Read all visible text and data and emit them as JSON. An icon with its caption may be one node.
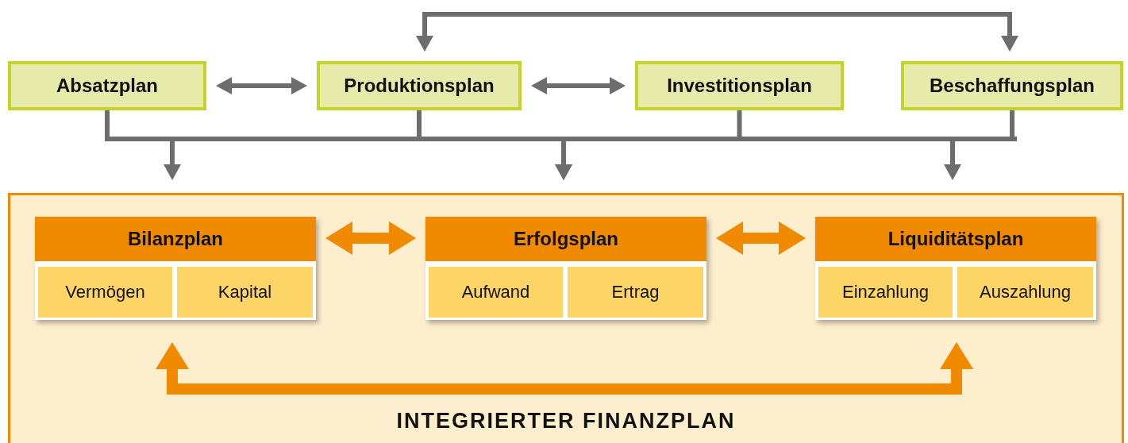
{
  "diagram": {
    "nodes": [
      {
        "text": [
          "Absatzplan"
        ]
      },
      {
        "text": [
          "Produktionsplan"
        ]
      },
      {
        "text": [
          "Investitionsplan"
        ]
      },
      {
        "text": [
          "Beschaffungsplan"
        ]
      },
      {
        "text": [
          "INTEGRIERTER FINANZPLAN"
        ]
      },
      {
        "text": [
          "Bilanzplan"
        ],
        "in": 4
      },
      {
        "text": [
          "Vermögen"
        ],
        "in": 5
      },
      {
        "text": [
          "Kapital"
        ],
        "in": 5
      },
      {
        "text": [
          "Erfolgsplan"
        ],
        "in": 4
      },
      {
        "text": [
          "Aufwand"
        ],
        "in": 8
      },
      {
        "text": [
          "Ertrag"
        ],
        "in": 8
      },
      {
        "text": [
          "Liquiditätsplan"
        ],
        "in": 4
      },
      {
        "text": [
          "Einzahlung"
        ],
        "in": 11
      },
      {
        "text": [
          "Auszahlung"
        ],
        "in": 11
      }
    ],
    "edges": [
      {
        "from": 0,
        "to": 1,
        "arrow": "both"
      },
      {
        "from": 1,
        "to": 2,
        "arrow": "both"
      },
      {
        "from": 1,
        "to": 3,
        "arrow": "both"
      },
      {
        "from": 0,
        "to": 4,
        "arrow": "to"
      },
      {
        "from": 1,
        "to": 4,
        "arrow": "to"
      },
      {
        "from": 2,
        "to": 4,
        "arrow": "to"
      },
      {
        "from": 3,
        "to": 4,
        "arrow": "to"
      },
      {
        "from": 5,
        "to": 8,
        "arrow": "both",
        "style": "thick",
        "color": "#f08a00"
      },
      {
        "from": 8,
        "to": 11,
        "arrow": "both",
        "style": "thick",
        "color": "#f08a00"
      },
      {
        "from": 5,
        "to": 11,
        "arrow": "both",
        "style": "thick",
        "color": "#f08a00"
      }
    ]
  }
}
